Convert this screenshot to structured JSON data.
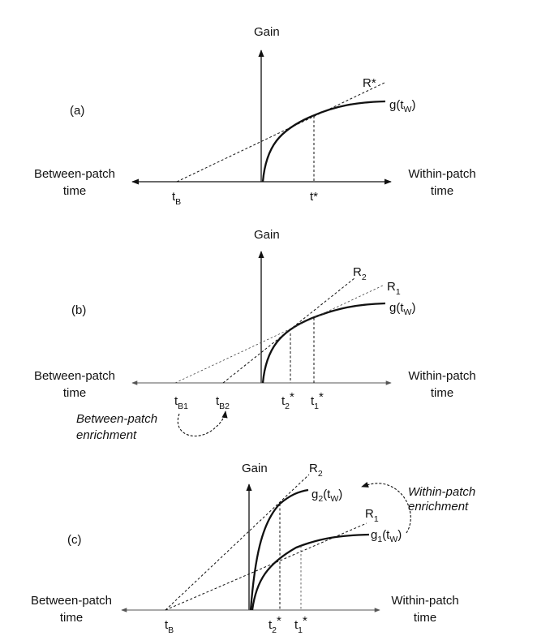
{
  "panel_a": {
    "label": "(a)",
    "gain": "Gain",
    "between": [
      "Between-patch",
      "time"
    ],
    "within": [
      "Within-patch",
      "time"
    ],
    "tB": "t",
    "tB_sub": "B",
    "tstar": "t*",
    "rate": "R*",
    "curve": "g(t",
    "curve_sub": "W",
    "curve_close": ")"
  },
  "panel_b": {
    "label": "(b)",
    "gain": "Gain",
    "between": [
      "Between-patch",
      "time"
    ],
    "within": [
      "Within-patch",
      "time"
    ],
    "tB1": "t",
    "tB1_sub": "B1",
    "tB2": "t",
    "tB2_sub": "B2",
    "t2": "t",
    "t2_sub": "2",
    "t2_star": "*",
    "t1": "t",
    "t1_sub": "1",
    "t1_star": "*",
    "R2": "R",
    "R2_sub": "2",
    "R1": "R",
    "R1_sub": "1",
    "curve": "g(t",
    "curve_sub": "W",
    "curve_close": ")",
    "note": [
      "Between-patch",
      "enrichment"
    ]
  },
  "panel_c": {
    "label": "(c)",
    "gain": "Gain",
    "between": [
      "Between-patch",
      "time"
    ],
    "within": [
      "Within-patch",
      "time"
    ],
    "tB": "t",
    "tB_sub": "B",
    "t2": "t",
    "t2_sub": "2",
    "t2_star": "*",
    "t1": "t",
    "t1_sub": "1",
    "t1_star": "*",
    "R2": "R",
    "R2_sub": "2",
    "R1": "R",
    "R1_sub": "1",
    "g2": "g",
    "g2_sub": "2",
    "g2_mid": "(t",
    "g2_sub2": "W",
    "g2_close": ")",
    "g1": "g",
    "g1_sub": "1",
    "g1_mid": "(t",
    "g1_sub2": "W",
    "g1_close": ")",
    "note": [
      "Within-patch",
      "enrichment"
    ]
  }
}
